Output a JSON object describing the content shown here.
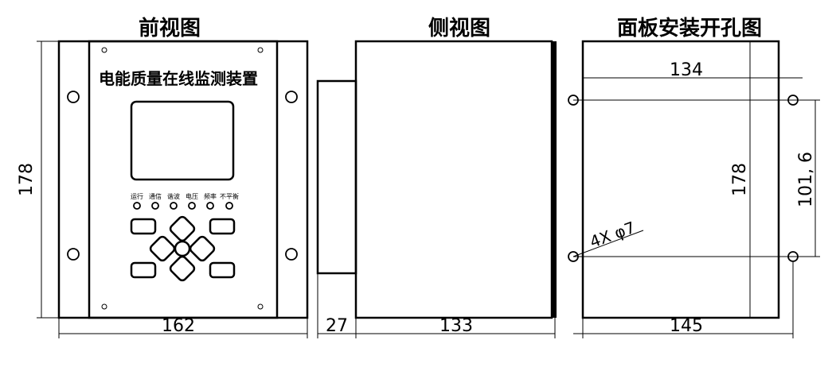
{
  "titles": {
    "front": "前视图",
    "side": "侧视图",
    "panel": "面板安装开孔图"
  },
  "device_name": "电能质量在线监测装置",
  "indicators": [
    "运行",
    "通信",
    "谐波",
    "电压",
    "频率",
    "不平衡"
  ],
  "dimensions": {
    "front_height": "178",
    "front_width": "162",
    "side_depth_small": "27",
    "side_depth_main": "133",
    "panel_hole_spacing": "134",
    "panel_height": "178",
    "panel_hole_vertical": "101, 6",
    "panel_width": "145",
    "hole_spec": "4X φ7"
  }
}
